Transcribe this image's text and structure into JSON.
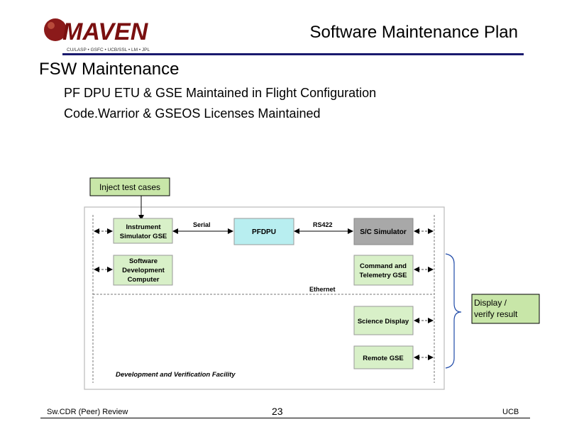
{
  "header": {
    "logo_text": "MAVEN",
    "logo_partners": "CU/LASP • GSFC • UCB/SSL • LM • JPL",
    "title": "Software Maintenance Plan"
  },
  "section": {
    "heading": "FSW Maintenance",
    "bullets": [
      "PF DPU ETU & GSE Maintained in Flight Configuration",
      "Code.Warrior & GSEOS Licenses Maintained"
    ]
  },
  "diagram": {
    "callout_top": "Inject test cases",
    "callout_right": [
      "Display /",
      "verify result"
    ],
    "boxes": {
      "instrument_gse": [
        "Instrument",
        "Simulator GSE"
      ],
      "software_dev": [
        "Software",
        "Development",
        "Computer"
      ],
      "pfdpu": "PFDPU",
      "sc_simulator": "S/C Simulator",
      "cmd_tlm_gse": [
        "Command and",
        "Telemetry GSE"
      ],
      "science_display": "Science Display",
      "remote_gse": "Remote GSE"
    },
    "links": {
      "serial": "Serial",
      "rs422": "RS422",
      "ethernet": "Ethernet"
    },
    "facility_label": "Development and Verification Facility",
    "colors": {
      "green_box": "#d8f0c8",
      "cyan_box": "#b8eef0",
      "gray_box": "#a8a8a8",
      "callout_fill": "#c8e6a8"
    }
  },
  "footer": {
    "left": "Sw.CDR (Peer) Review",
    "page": "23",
    "right": "UCB"
  }
}
